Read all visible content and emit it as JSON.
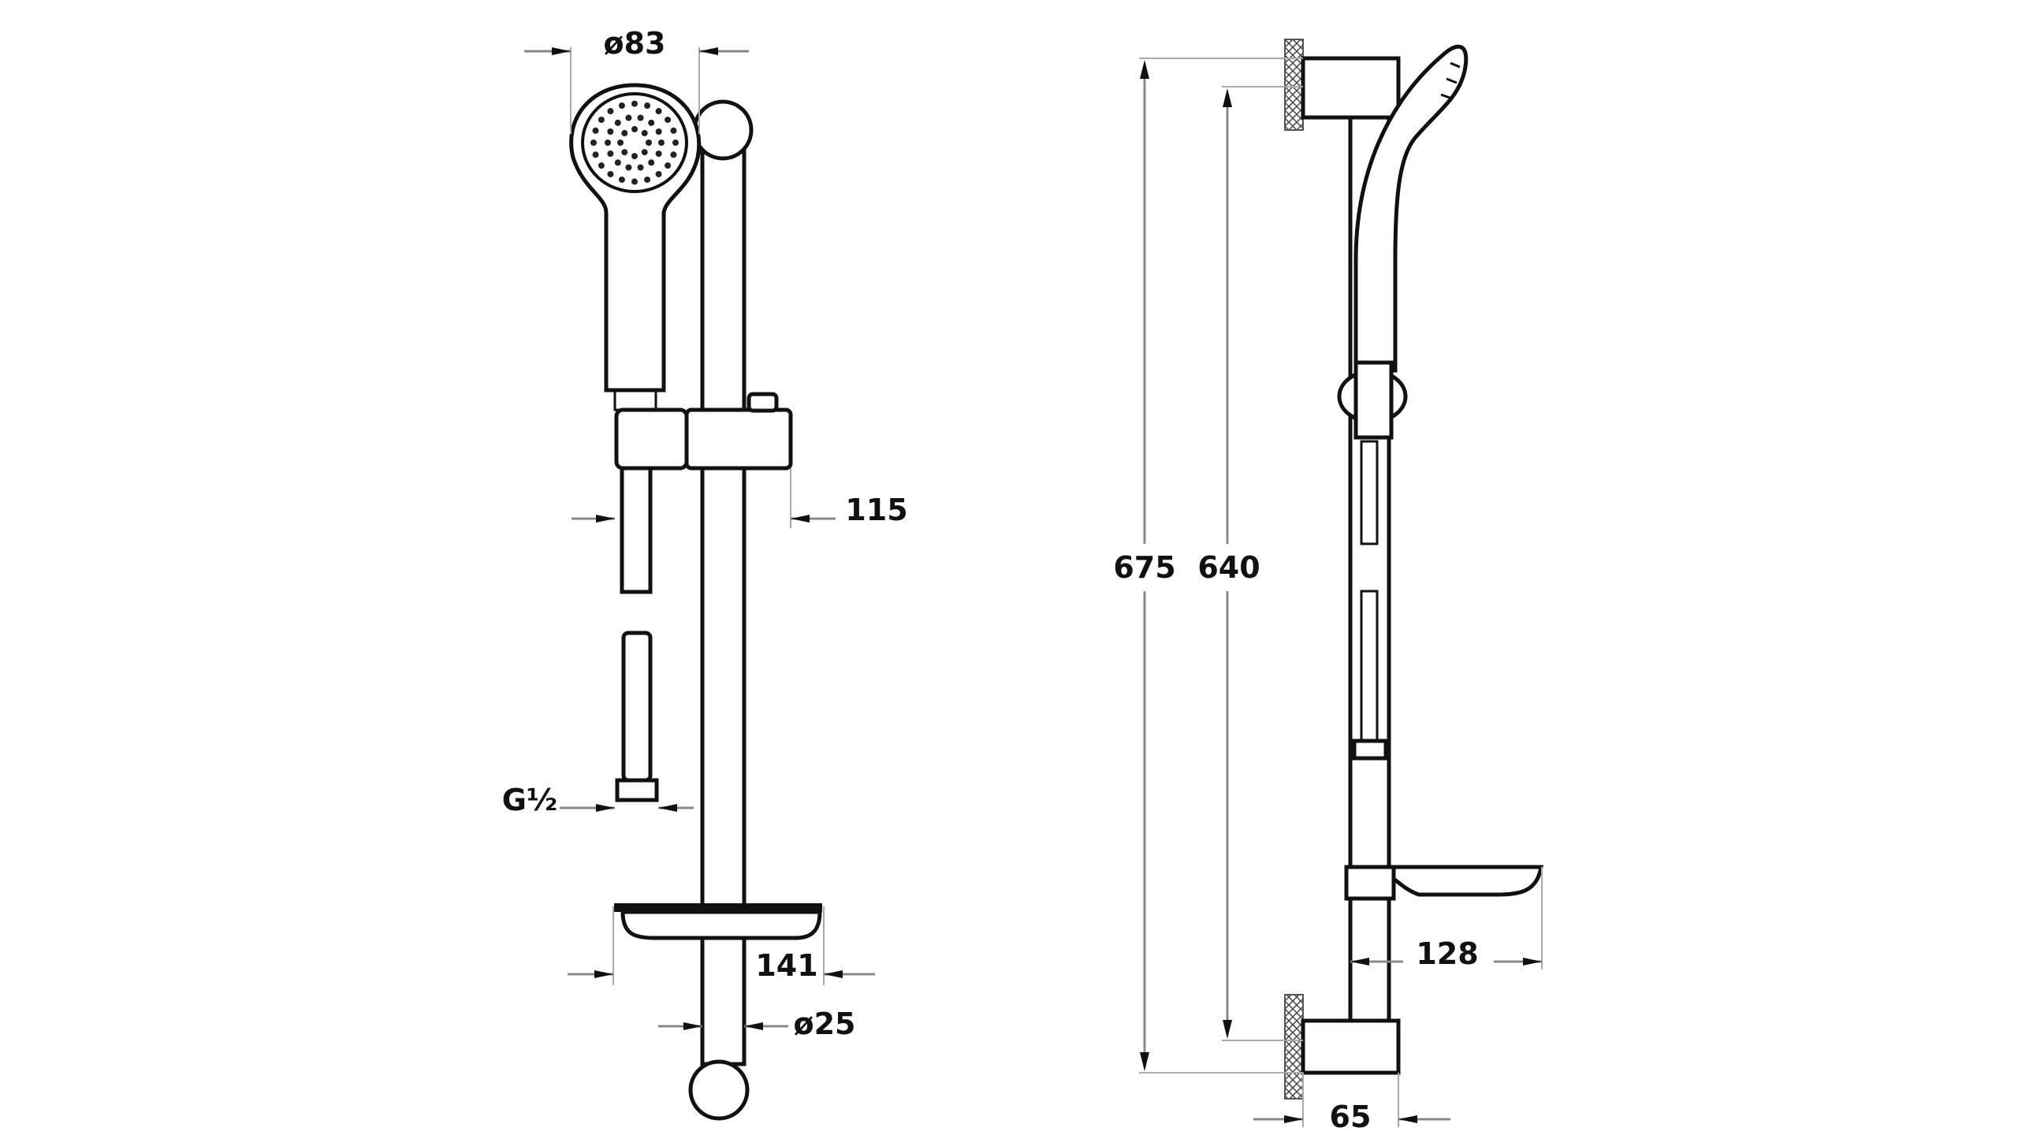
{
  "drawing": {
    "front_view": {
      "dimensions": {
        "head_diameter": "ø83",
        "slider_offset": "115",
        "hose_thread": "G½",
        "soap_dish_width": "141",
        "rail_diameter": "ø25"
      }
    },
    "side_view": {
      "dimensions": {
        "overall_height": "675",
        "bracket_spacing": "640",
        "soap_dish_depth": "128",
        "wall_projection": "65"
      }
    },
    "colors": {
      "line": "#111111",
      "dimension": "#888888",
      "background": "#ffffff"
    }
  }
}
